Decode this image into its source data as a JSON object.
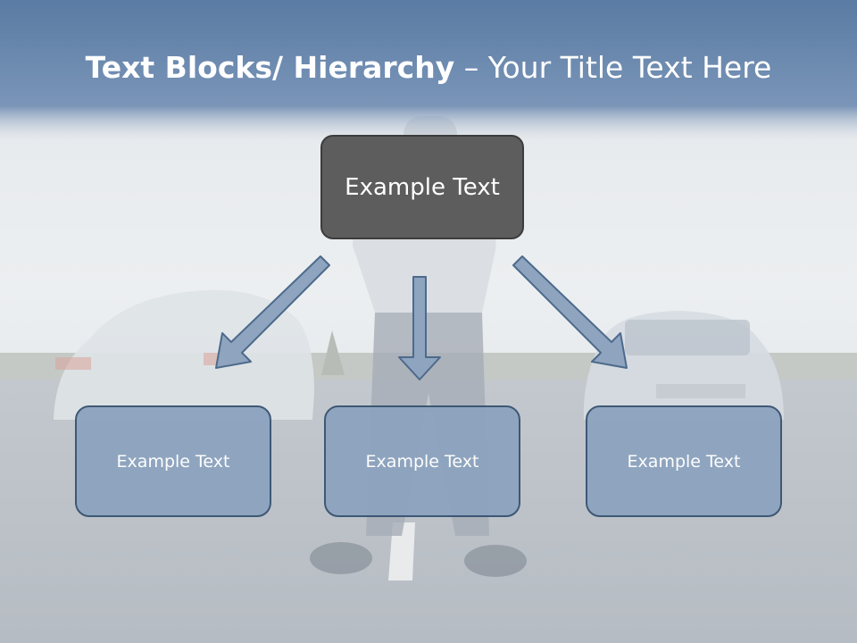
{
  "title": {
    "bold_part": "Text Blocks/ Hierarchy",
    "dash": " – ",
    "rest": "Your Title Text Here"
  },
  "top_box": {
    "label": "Example Text"
  },
  "children": [
    {
      "label": "Example Text"
    },
    {
      "label": "Example Text"
    },
    {
      "label": "Example Text"
    }
  ],
  "colors": {
    "title_bar": "#6f8cb0",
    "top_box_fill": "#5d5d5d",
    "child_box_fill": "#8ea4bf",
    "child_box_border": "#3a5573",
    "arrow_fill": "#8ea4bf"
  }
}
